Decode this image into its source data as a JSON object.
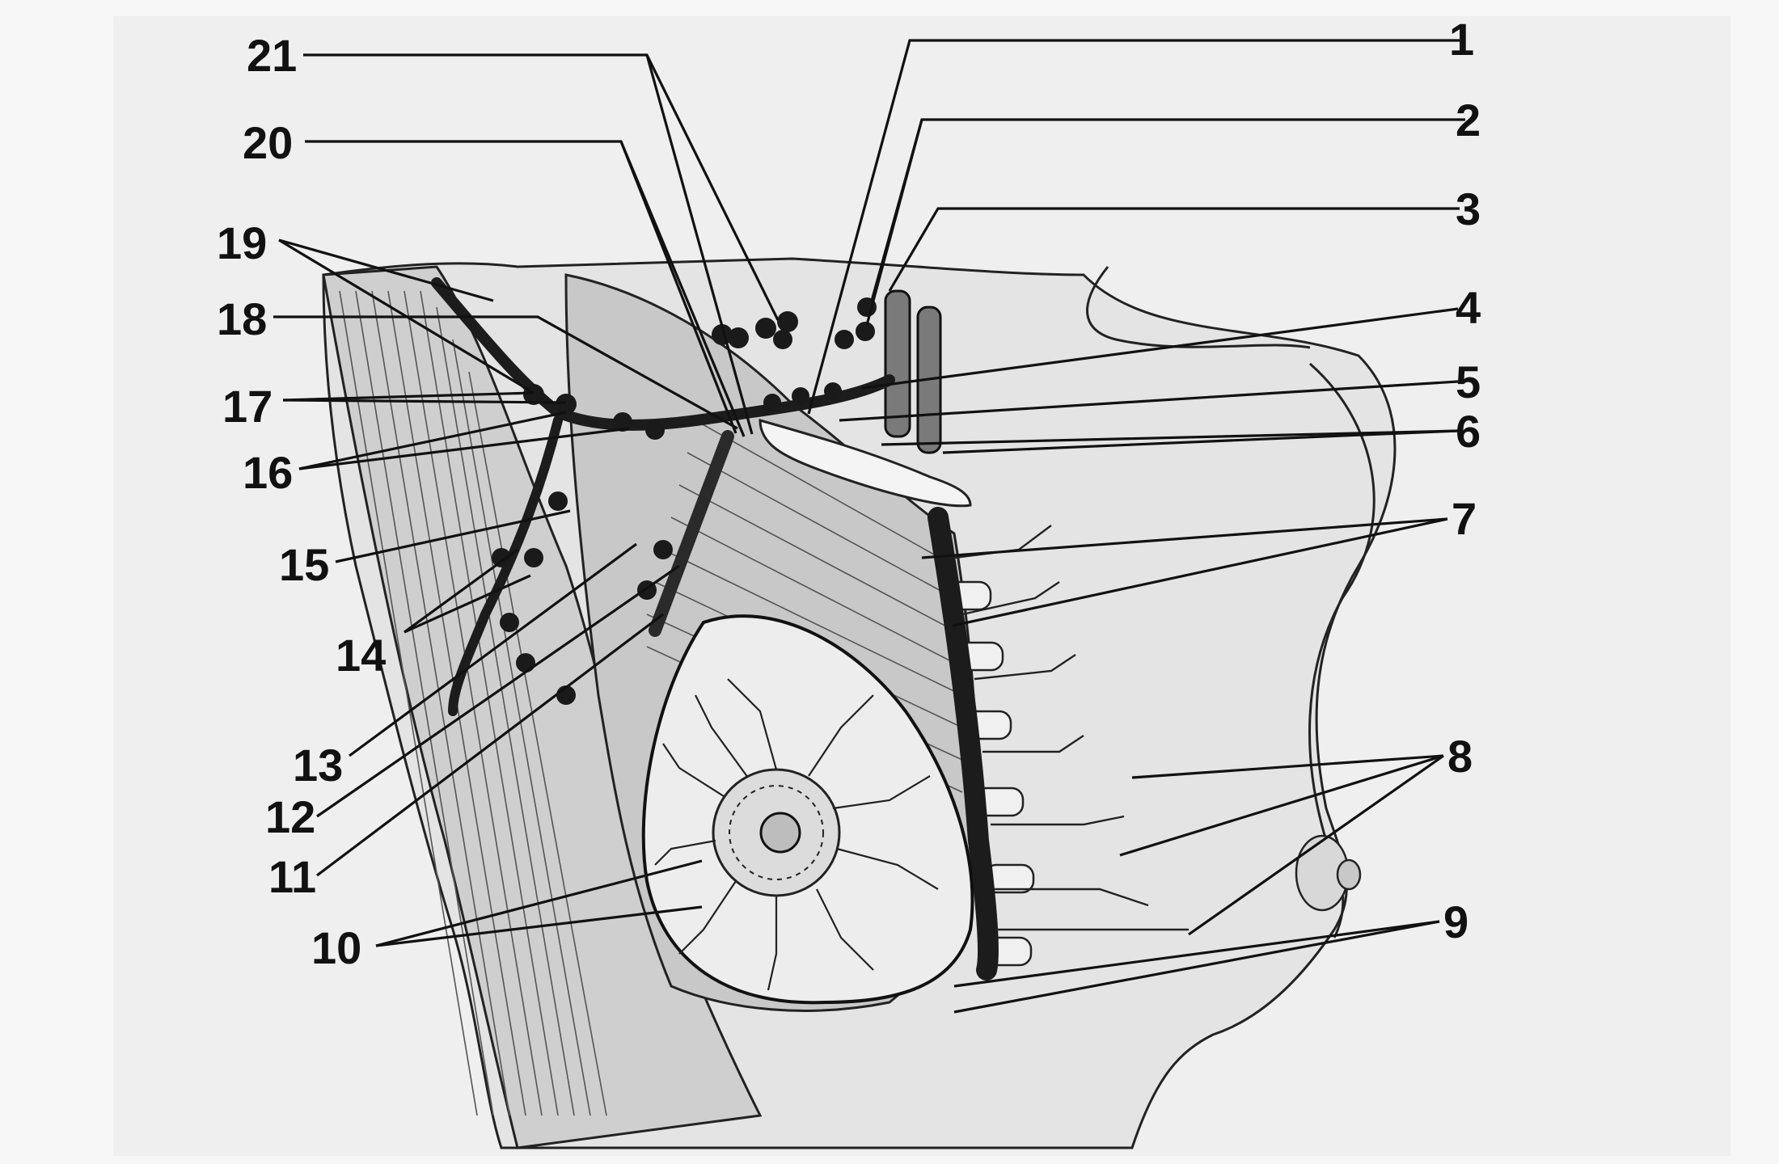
{
  "labels": [
    {
      "id": "1",
      "text": "1"
    },
    {
      "id": "2",
      "text": "2"
    },
    {
      "id": "3",
      "text": "3"
    },
    {
      "id": "4",
      "text": "4"
    },
    {
      "id": "5",
      "text": "5"
    },
    {
      "id": "6",
      "text": "6"
    },
    {
      "id": "7",
      "text": "7"
    },
    {
      "id": "8",
      "text": "8"
    },
    {
      "id": "9",
      "text": "9"
    },
    {
      "id": "10",
      "text": "10"
    },
    {
      "id": "11",
      "text": "11"
    },
    {
      "id": "12",
      "text": "12"
    },
    {
      "id": "13",
      "text": "13"
    },
    {
      "id": "14",
      "text": "14"
    },
    {
      "id": "15",
      "text": "15"
    },
    {
      "id": "16",
      "text": "16"
    },
    {
      "id": "17",
      "text": "17"
    },
    {
      "id": "18",
      "text": "18"
    },
    {
      "id": "19",
      "text": "19"
    },
    {
      "id": "20",
      "text": "20"
    },
    {
      "id": "21",
      "text": "21"
    }
  ],
  "colors": {
    "background": "#f2f2f2",
    "skin": "#e6e6e6",
    "muscle": "#c9c9c9",
    "gland": "#eeeeee",
    "vessel": "#1c1c1c",
    "ink": "#111111"
  }
}
